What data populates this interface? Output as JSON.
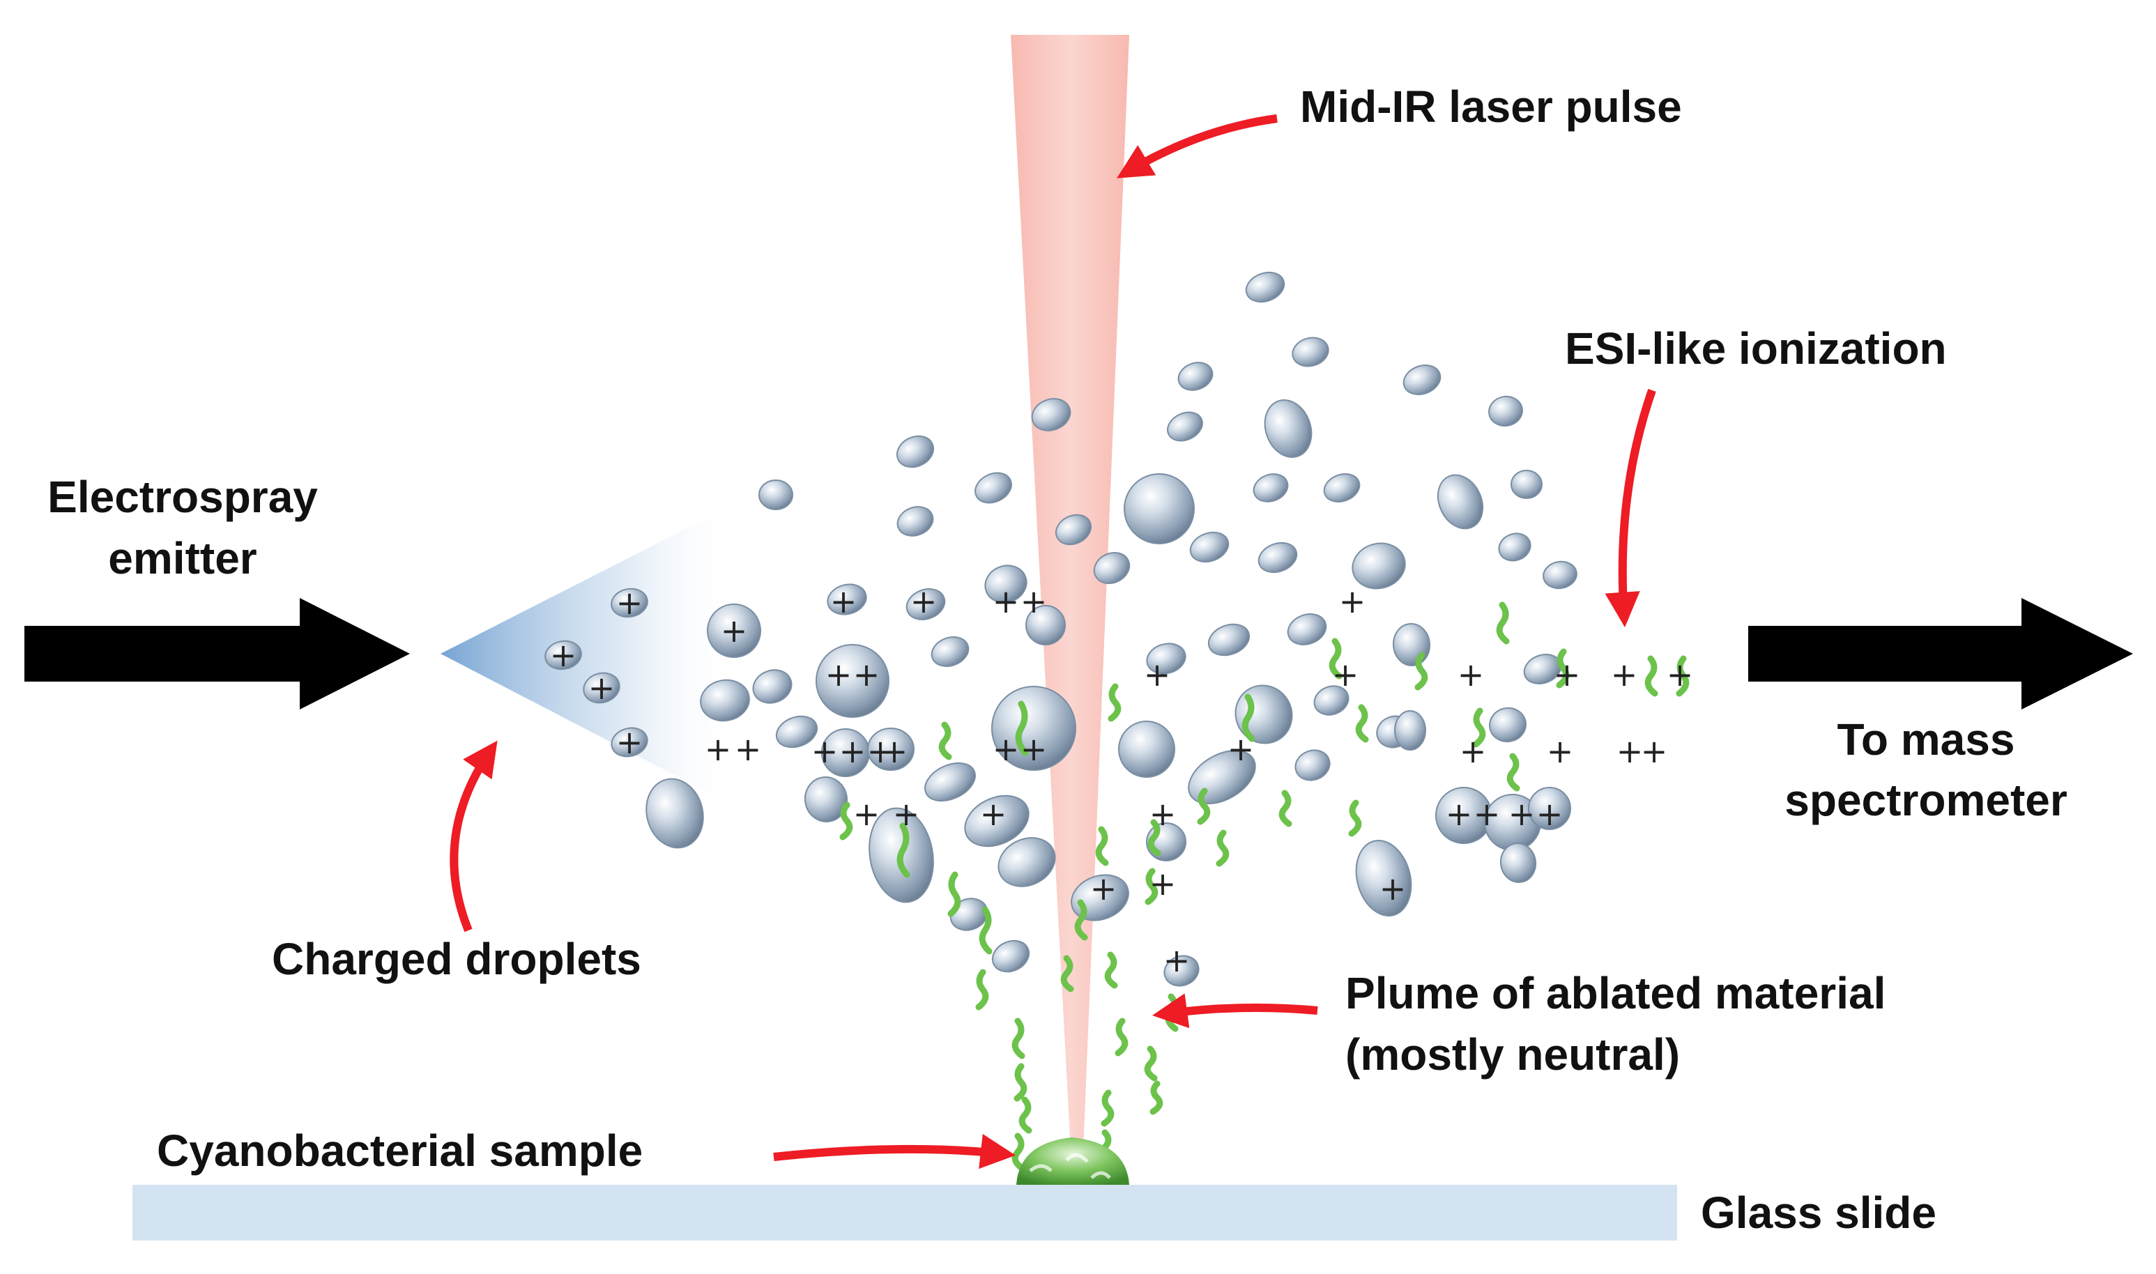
{
  "labels": {
    "laser": "Mid-IR laser pulse",
    "esi": "ESI-like ionization",
    "emitter_line1": "Electrospray",
    "emitter_line2": "emitter",
    "to_ms_line1": "To mass",
    "to_ms_line2": "spectrometer",
    "charged_droplets": "Charged droplets",
    "plume_line1": "Plume of ablated material",
    "plume_line2": "(mostly neutral)",
    "sample": "Cyanobacterial sample",
    "glass": "Glass slide"
  },
  "colors": {
    "laser": "#f9c7c0",
    "arrow_red": "#ee1c24",
    "arrow_black": "#000000",
    "glass_slide": "#d4e3f1",
    "filament_green": "#6cc24a",
    "droplet": "#9aaec3",
    "spray_cone": "#8fb4d9"
  },
  "charge_symbol": "+"
}
